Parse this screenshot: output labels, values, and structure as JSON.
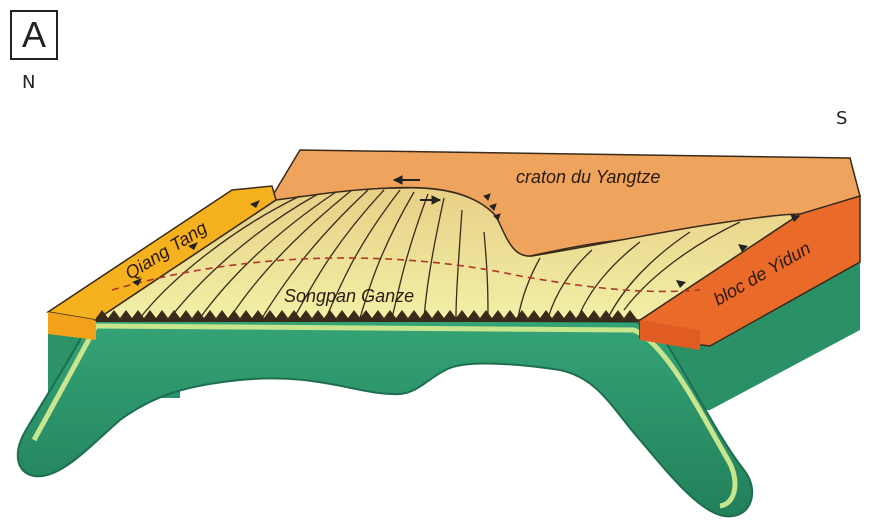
{
  "panel_label": "A",
  "compass": {
    "left": "N",
    "right": "S"
  },
  "labels": {
    "yangtze": "craton du Yangtze",
    "qiangtang": "Qiang Tang",
    "yidun": "bloc de Yidun",
    "songpan": "Songpan Ganze"
  },
  "colors": {
    "yangtze": "#efa45e",
    "qiangtang": "#f6b21e",
    "yidun": "#ea6a2a",
    "songpan": "#eee6a0",
    "slab": "#2f9a6e",
    "slab_dark": "#1f7d58",
    "slab_rim": "#c9e58d",
    "fold_lines": "#3a2a1a",
    "dashed_line": "#b0352a"
  }
}
